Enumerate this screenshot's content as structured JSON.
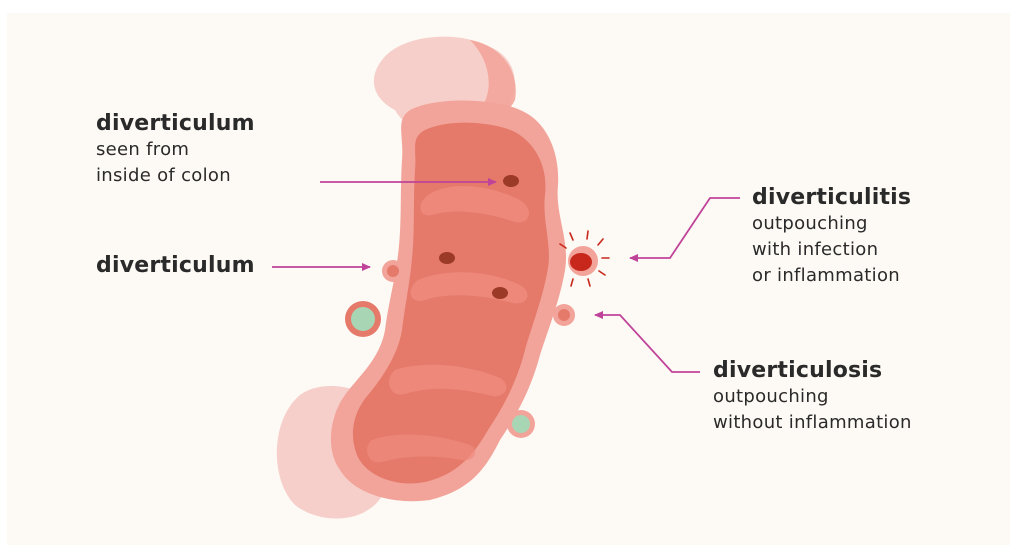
{
  "labels": {
    "inside_diverticulum": {
      "title": "diverticulum",
      "lines": [
        "seen from",
        "inside of colon"
      ]
    },
    "diverticulum": {
      "title": "diverticulum"
    },
    "diverticulitis": {
      "title": "diverticulitis",
      "lines": [
        "outpouching",
        "with infection",
        "or inflammation"
      ]
    },
    "diverticulosis": {
      "title": "diverticulosis",
      "lines": [
        "outpouching",
        "without inflammation"
      ]
    }
  },
  "colors": {
    "background": "#fdf9f4",
    "colon_outer": "#f2a49a",
    "colon_light": "#f7cfca",
    "colon_inner": "#e57a6b",
    "colon_fold": "#ef8b7d",
    "pocket_hole": "#9b3a26",
    "inflamed": "#c8281c",
    "green_pouch": "#a8d5b4",
    "arrow": "#c0439a",
    "text": "#2a2a2a"
  }
}
